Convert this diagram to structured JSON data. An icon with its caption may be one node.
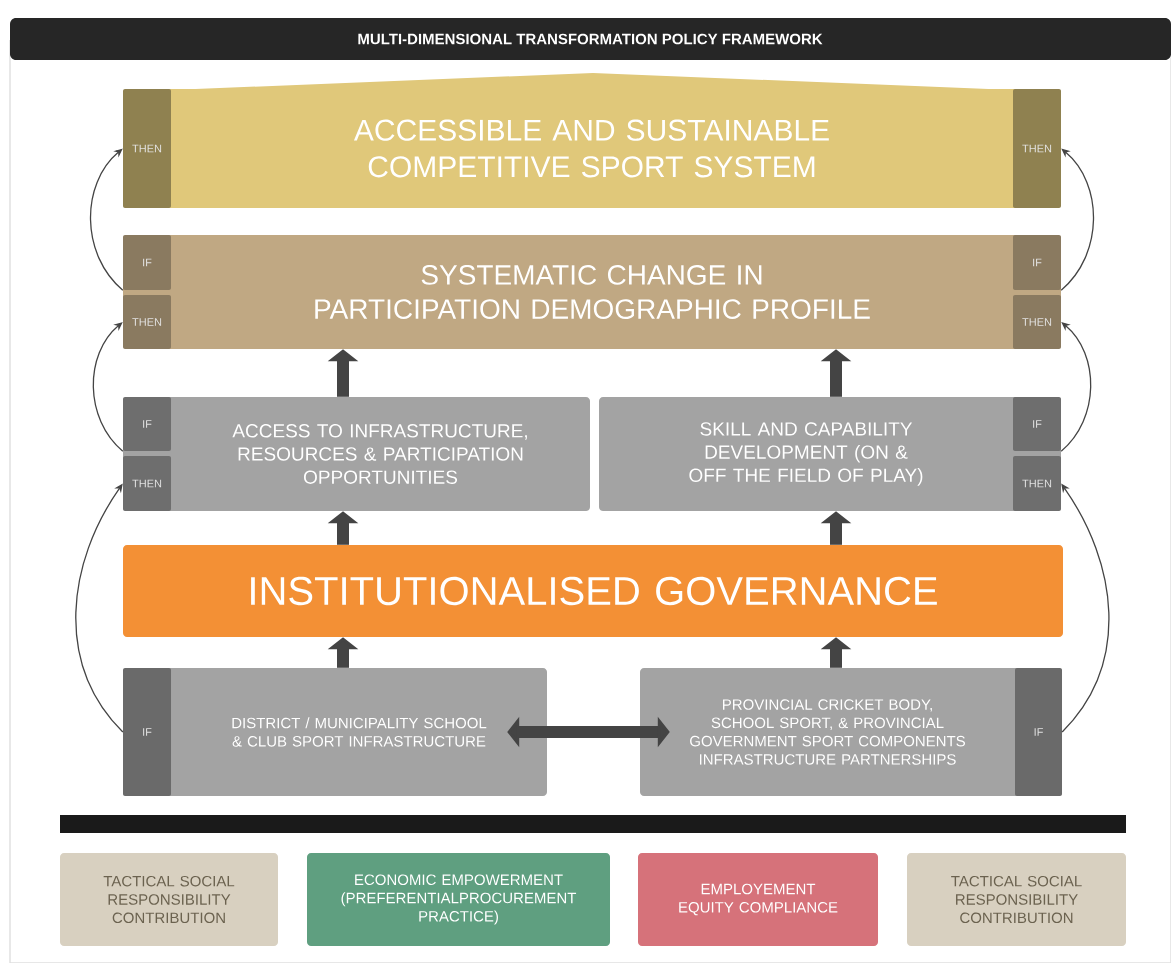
{
  "diagram": {
    "title": "MULTI-DIMENSIONAL TRANSFORMATION POLICY FRAMEWORK",
    "nodes": [
      {
        "text": [
          "ACCESSIBLE AND SUSTAINABLE COMPETITIVE SPORT SYSTEM"
        ]
      },
      {
        "text": [
          "THEN"
        ],
        "in": 0
      },
      {
        "text": [
          "THEN"
        ],
        "in": 0
      },
      {
        "text": [
          "SYSTEMATIC CHANGE IN PARTICIPATION DEMOGRAPHIC PROFILE"
        ]
      },
      {
        "text": [
          "IF"
        ],
        "in": 3
      },
      {
        "text": [
          "THEN"
        ],
        "in": 3
      },
      {
        "text": [
          "IF"
        ],
        "in": 3
      },
      {
        "text": [
          "THEN"
        ],
        "in": 3
      },
      {
        "text": [
          "ACCESS TO INFRASTRUCTURE, RESOURCES & PARTICIPATION OPPORTUNITIES"
        ]
      },
      {
        "text": [
          "IF"
        ],
        "in": 8
      },
      {
        "text": [
          "THEN"
        ],
        "in": 8
      },
      {
        "text": [
          "SKILL AND CAPABILITY DEVELOPMENT (ON & OFF THE FIELD OF PLAY)"
        ]
      },
      {
        "text": [
          "IF"
        ],
        "in": 11
      },
      {
        "text": [
          "THEN"
        ],
        "in": 11
      },
      {
        "text": [
          "INSTITUTIONALISED GOVERNANCE"
        ]
      },
      {
        "text": [
          "DISTRICT / MUNICIPALITY SCHOOL & CLUB SPORT INFRASTRUCTURE"
        ]
      },
      {
        "text": [
          "IF"
        ],
        "in": 15
      },
      {
        "text": [
          "PROVINCIAL CRICKET BODY, SCHOOL SPORT, & PROVINCIAL GOVERNMENT SPORT COMPONENTS INFRASTRUCTURE PARTNERSHIPS"
        ]
      },
      {
        "text": [
          "IF"
        ],
        "in": 17
      },
      {
        "text": [],
        "shape": "bar"
      },
      {
        "text": [
          "TACTICAL SOCIAL RESPONSIBILITY CONTRIBUTION"
        ]
      },
      {
        "text": [
          "ECONOMIC EMPOWERMENT (PREFERENTIALPROCUREMENT PRACTICE)"
        ]
      },
      {
        "text": [
          "EMPLOYEMENT EQUITY COMPLIANCE"
        ]
      },
      {
        "text": [
          "TACTICAL SOCIAL RESPONSIBILITY CONTRIBUTION"
        ]
      }
    ],
    "edges": [
      {
        "from": 4,
        "to": 1,
        "arrow": "to"
      },
      {
        "from": 6,
        "to": 2,
        "arrow": "to"
      },
      {
        "from": 9,
        "to": 5,
        "arrow": "to"
      },
      {
        "from": 12,
        "to": 7,
        "arrow": "to"
      },
      {
        "from": 16,
        "to": 10,
        "arrow": "to"
      },
      {
        "from": 18,
        "to": 13,
        "arrow": "to"
      },
      {
        "from": 8,
        "to": 3,
        "arrow": "to"
      },
      {
        "from": 11,
        "to": 3,
        "arrow": "to"
      },
      {
        "from": 14,
        "to": 8,
        "arrow": "to"
      },
      {
        "from": 14,
        "to": 11,
        "arrow": "to"
      },
      {
        "from": 15,
        "to": 14,
        "arrow": "to"
      },
      {
        "from": 17,
        "to": 14,
        "arrow": "to"
      },
      {
        "from": 15,
        "to": 17,
        "arrow": "both"
      }
    ]
  }
}
